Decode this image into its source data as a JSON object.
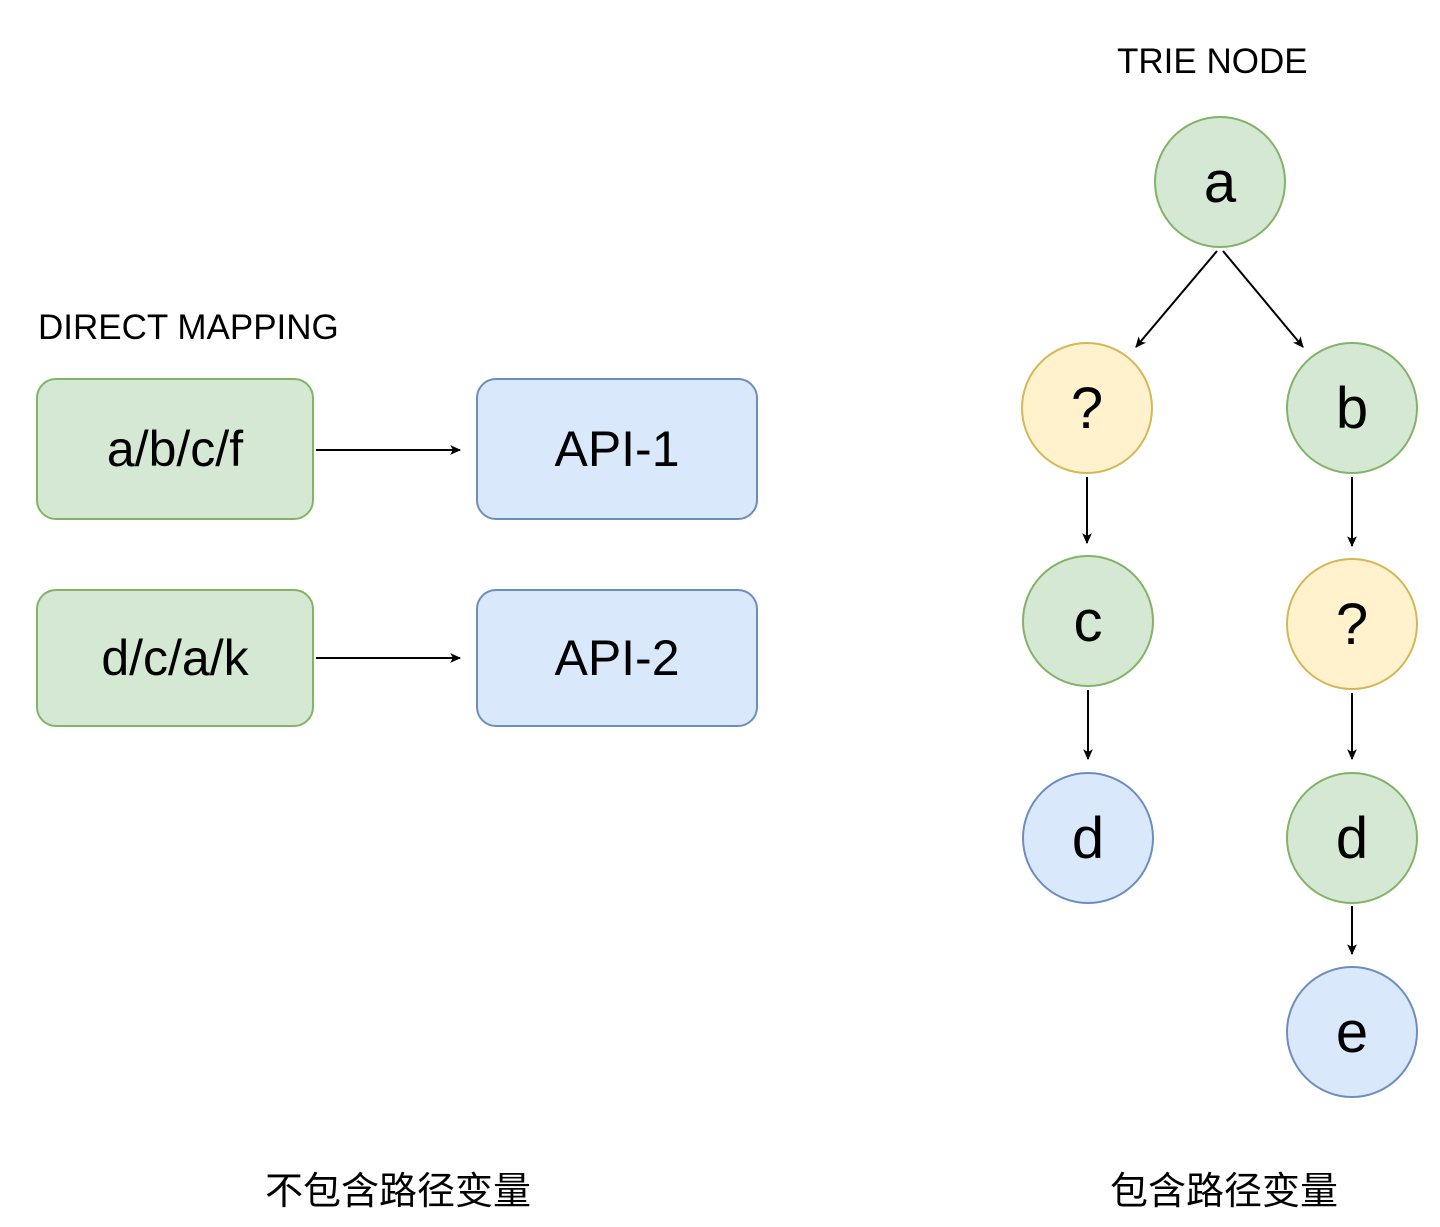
{
  "left": {
    "title": "DIRECT MAPPING",
    "caption": "不包含路径变量",
    "mappings": [
      {
        "path": "a/b/c/f",
        "api": "API-1"
      },
      {
        "path": "d/c/a/k",
        "api": "API-2"
      }
    ]
  },
  "right": {
    "title": "TRIE NODE",
    "caption": "包含路径变量",
    "nodes": [
      {
        "id": "a",
        "label": "a",
        "color": "green"
      },
      {
        "id": "q1",
        "label": "?",
        "color": "yellow"
      },
      {
        "id": "b",
        "label": "b",
        "color": "green"
      },
      {
        "id": "c",
        "label": "c",
        "color": "green"
      },
      {
        "id": "q2",
        "label": "?",
        "color": "yellow"
      },
      {
        "id": "d1",
        "label": "d",
        "color": "blue"
      },
      {
        "id": "d2",
        "label": "d",
        "color": "green"
      },
      {
        "id": "e",
        "label": "e",
        "color": "blue"
      }
    ],
    "edges": [
      {
        "from": "a",
        "to": "q1"
      },
      {
        "from": "a",
        "to": "b"
      },
      {
        "from": "q1",
        "to": "c"
      },
      {
        "from": "b",
        "to": "q2"
      },
      {
        "from": "c",
        "to": "d1"
      },
      {
        "from": "q2",
        "to": "d2"
      },
      {
        "from": "d2",
        "to": "e"
      }
    ]
  },
  "colors": {
    "green_fill": "#d5e8d4",
    "green_stroke": "#82b366",
    "blue_fill": "#dae8fc",
    "blue_stroke": "#6c8ebf",
    "yellow_fill": "#fff2cc",
    "yellow_stroke": "#d6b656",
    "line": "#000000",
    "text": "#000000",
    "background": "#ffffff"
  }
}
